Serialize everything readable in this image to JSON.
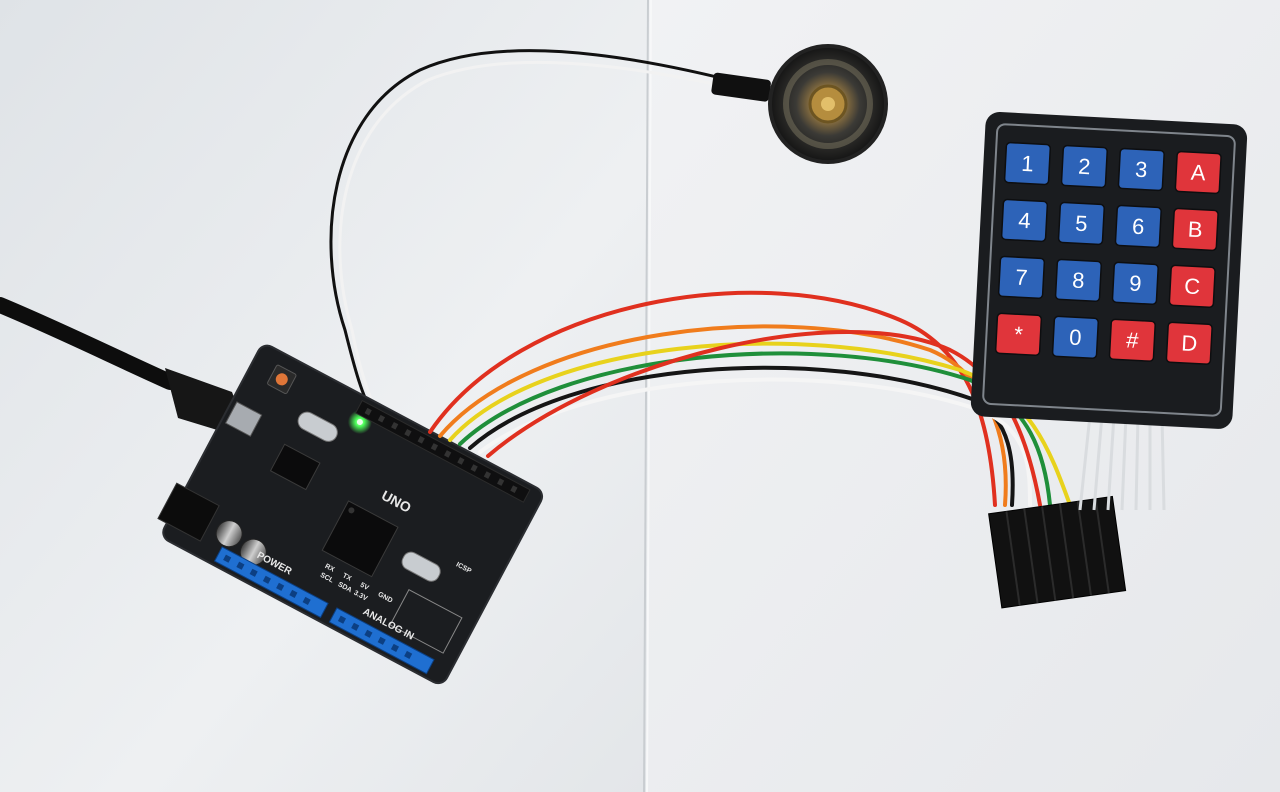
{
  "board": {
    "model_label": "UNO",
    "power_label": "POWER",
    "analog_label": "ANALOG IN",
    "icsp_label": "ICSP",
    "rx_label": "RX",
    "tx_label": "TX",
    "scl_label": "SCL",
    "sda_label": "SDA",
    "v5_label": "5V",
    "v33_label": "3.3V",
    "gnd_label": "GND"
  },
  "keypad": {
    "rows": [
      [
        {
          "label": "1",
          "color": "blue"
        },
        {
          "label": "2",
          "color": "blue"
        },
        {
          "label": "3",
          "color": "blue"
        },
        {
          "label": "A",
          "color": "red"
        }
      ],
      [
        {
          "label": "4",
          "color": "blue"
        },
        {
          "label": "5",
          "color": "blue"
        },
        {
          "label": "6",
          "color": "blue"
        },
        {
          "label": "B",
          "color": "red"
        }
      ],
      [
        {
          "label": "7",
          "color": "blue"
        },
        {
          "label": "8",
          "color": "blue"
        },
        {
          "label": "9",
          "color": "blue"
        },
        {
          "label": "C",
          "color": "red"
        }
      ],
      [
        {
          "label": "*",
          "color": "red"
        },
        {
          "label": "0",
          "color": "blue"
        },
        {
          "label": "#",
          "color": "red"
        },
        {
          "label": "D",
          "color": "red"
        }
      ]
    ]
  },
  "colors": {
    "paper": "#eceef0",
    "pcb": "#1b1d20",
    "key_blue": "#2d63b8",
    "key_red": "#e0353b",
    "keypad_body": "#1a1c1f",
    "header_blue": "#1f6fd1",
    "led_green": "#4dff5a",
    "wire_red": "#e0301f",
    "wire_orange": "#f07c1c",
    "wire_yellow": "#e8d21c",
    "wire_green": "#1f8f3a",
    "wire_black": "#151515",
    "wire_white": "#f5f5f5"
  }
}
